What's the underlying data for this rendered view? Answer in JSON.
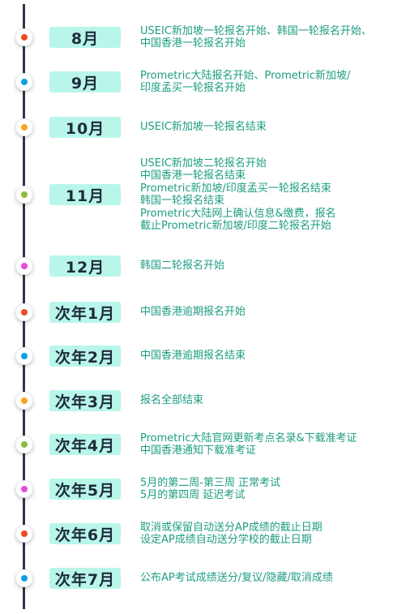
{
  "colors": {
    "axis": "#2f3748",
    "pill_bg": "#b8f6ea",
    "pill_text": "#1f2b3a",
    "text": "#1d9d82",
    "dot_red": "#ef4a23",
    "dot_blue": "#0fa0e2",
    "dot_yellow": "#f5a621",
    "dot_green": "#8dbb3d",
    "dot_magenta": "#e64bd8"
  },
  "entries": [
    {
      "month": "8月",
      "dot": "red",
      "lines": [
        "USEIC新加坡一轮报名开始、韩国一轮报名开始、",
        "中国香港一轮报名开始"
      ]
    },
    {
      "month": "9月",
      "dot": "blue",
      "lines": [
        "Prometric大陆报名开始、Prometric新加坡/",
        "印度孟买一轮报名开始"
      ]
    },
    {
      "month": "10月",
      "dot": "yellow",
      "lines": [
        "USEIC新加坡一轮报名结束"
      ]
    },
    {
      "month": "11月",
      "dot": "green",
      "lines": [
        "USEIC新加坡二轮报名开始",
        "中国香港一轮报名结束",
        "Prometric新加坡/印度孟买一轮报名结束",
        "韩国一轮报名结束",
        "Prometric大陆网上确认信息&缴费，报名",
        "截止Prometric新加坡/印度二轮报名开始"
      ]
    },
    {
      "month": "12月",
      "dot": "magenta",
      "lines": [
        "韩国二轮报名开始"
      ]
    },
    {
      "month": "次年1月",
      "dot": "red",
      "lines": [
        "中国香港逾期报名开始"
      ]
    },
    {
      "month": "次年2月",
      "dot": "blue",
      "lines": [
        "中国香港逾期报名结束"
      ]
    },
    {
      "month": "次年3月",
      "dot": "yellow",
      "lines": [
        "报名全部结束"
      ]
    },
    {
      "month": "次年4月",
      "dot": "green",
      "lines": [
        "Prometric大陆官网更新考点名录&下载准考证",
        "中国香港通知下载准考证"
      ]
    },
    {
      "month": "次年5月",
      "dot": "magenta",
      "lines": [
        "5月的第二周-第三周 正常考试",
        "5月的第四周 延迟考试"
      ]
    },
    {
      "month": "次年6月",
      "dot": "red",
      "lines": [
        "取消或保留自动送分AP成绩的截止日期",
        "设定AP成绩自动送分学校的截止日期"
      ]
    },
    {
      "month": "次年7月",
      "dot": "blue",
      "lines": [
        "公布AP考试成绩送分/复议/隐藏/取消成绩"
      ]
    }
  ]
}
